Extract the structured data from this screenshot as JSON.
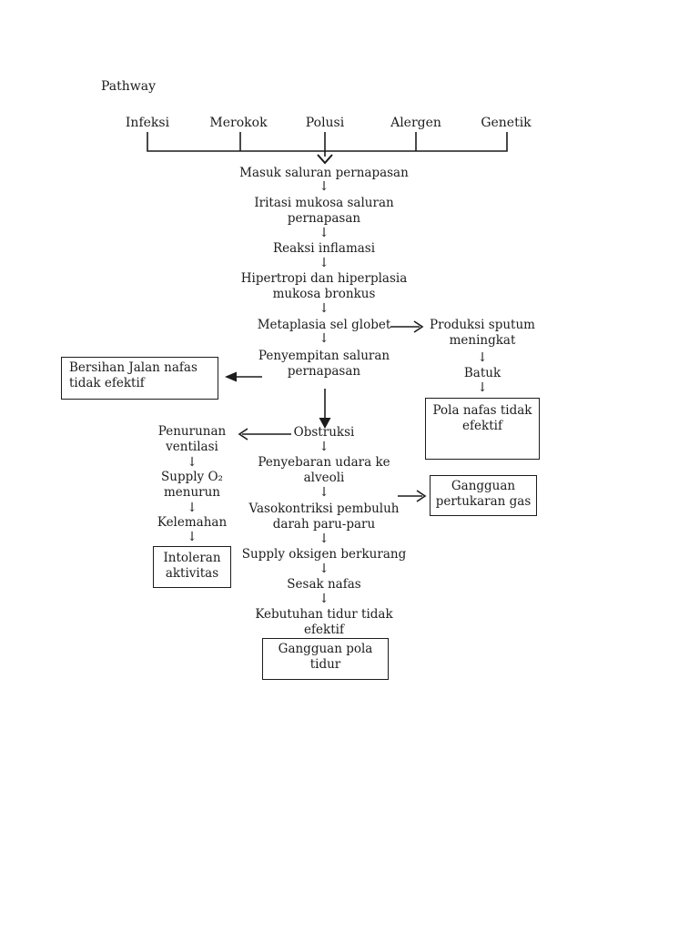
{
  "title": "Pathway",
  "colors": {
    "ink": "#1c1c1c",
    "background": "#ffffff"
  },
  "arrow_glyph": "↓",
  "causes": [
    "Infeksi",
    "Merokok",
    "Polusi",
    "Alergen",
    "Genetik"
  ],
  "nodes": {
    "masuk": "Masuk saluran pernapasan",
    "iritasi": "Iritasi mukosa saluran\npernapasan",
    "reaksi": "Reaksi inflamasi",
    "hipertropi": "Hipertropi dan hiperplasia\nmukosa bronkus",
    "metaplasia": "Metaplasia sel globet",
    "penyempitan": "Penyempitan saluran\npernapasan",
    "obstruksi": "Obstruksi",
    "penyebaran": "Penyebaran udara ke\nalveoli",
    "vasokontriksi": "Vasokontriksi pembuluh\ndarah paru-paru",
    "supply_oksigen": "Supply oksigen berkurang",
    "sesak": "Sesak nafas",
    "kebutuhan": "Kebutuhan tidur tidak\nefektif",
    "produksi": "Produksi sputum\nmeningkat",
    "batuk": "Batuk",
    "penurunan": "Penurunan\nventilasi",
    "supply_o2": "Supply O₂\nmenurun",
    "kelemahan": "Kelemahan"
  },
  "diagnosis_boxes": {
    "bersihan": "Bersihan Jalan nafas\ntidak efektif",
    "pola_nafas": "Pola nafas tidak\nefektif",
    "gangguan_pertukaran": "Gangguan\npertukaran gas",
    "intoleran": "Intoleran\naktivitas",
    "gangguan_pola_tidur": "Gangguan pola\ntidur"
  }
}
